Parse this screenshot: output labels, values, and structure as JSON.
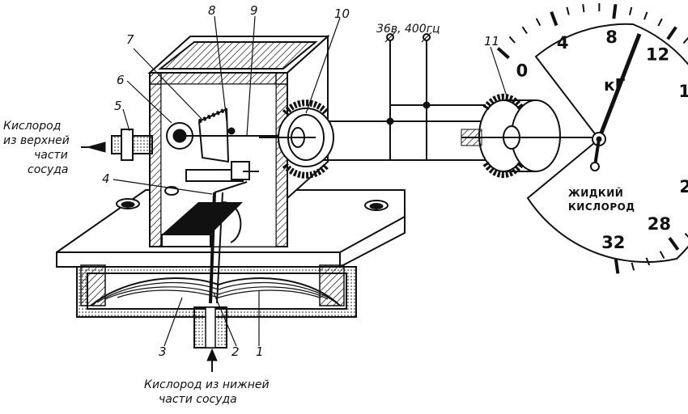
{
  "labels": {
    "n1": "1",
    "n2": "2",
    "n3": "3",
    "n4": "4",
    "n5": "5",
    "n6": "6",
    "n7": "7",
    "n8": "8",
    "n9": "9",
    "n10": "10",
    "n11": "11"
  },
  "power": "36в, 400гц",
  "inlet_top": [
    "Кислород",
    "из верхней",
    "части",
    "сосуда"
  ],
  "inlet_bottom": [
    "Кислород из нижней",
    "части сосуда"
  ],
  "gauge": {
    "scale": [
      "0",
      "4",
      "8",
      "12",
      "16",
      "20",
      "24",
      "28",
      "32"
    ],
    "unit": "кГ",
    "caption": [
      "ЖИДКИЙ",
      "КИСЛОРОД"
    ]
  }
}
